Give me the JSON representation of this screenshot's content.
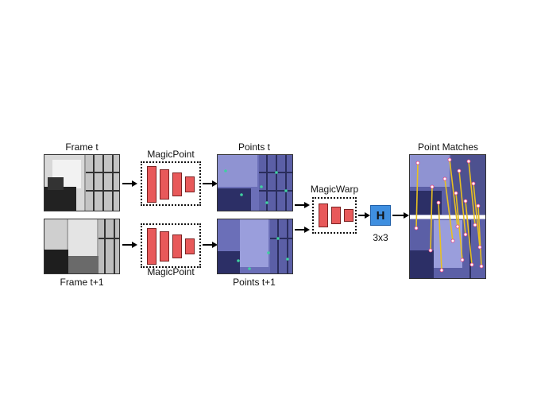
{
  "labels": {
    "frame_t": "Frame t",
    "frame_t1": "Frame t+1",
    "magicpoint_top": "MagicPoint",
    "magicpoint_bottom": "MagicPoint",
    "points_t": "Points t",
    "points_t1": "Points t+1",
    "magicwarp": "MagicWarp",
    "homography_symbol": "H",
    "homography_size": "3x3",
    "point_matches": "Point Matches"
  },
  "colors": {
    "network_block": "#e8595a",
    "homography_box": "#3f8fe0",
    "match_line": "#e8c020",
    "point_tint": "#5a5fa8"
  }
}
